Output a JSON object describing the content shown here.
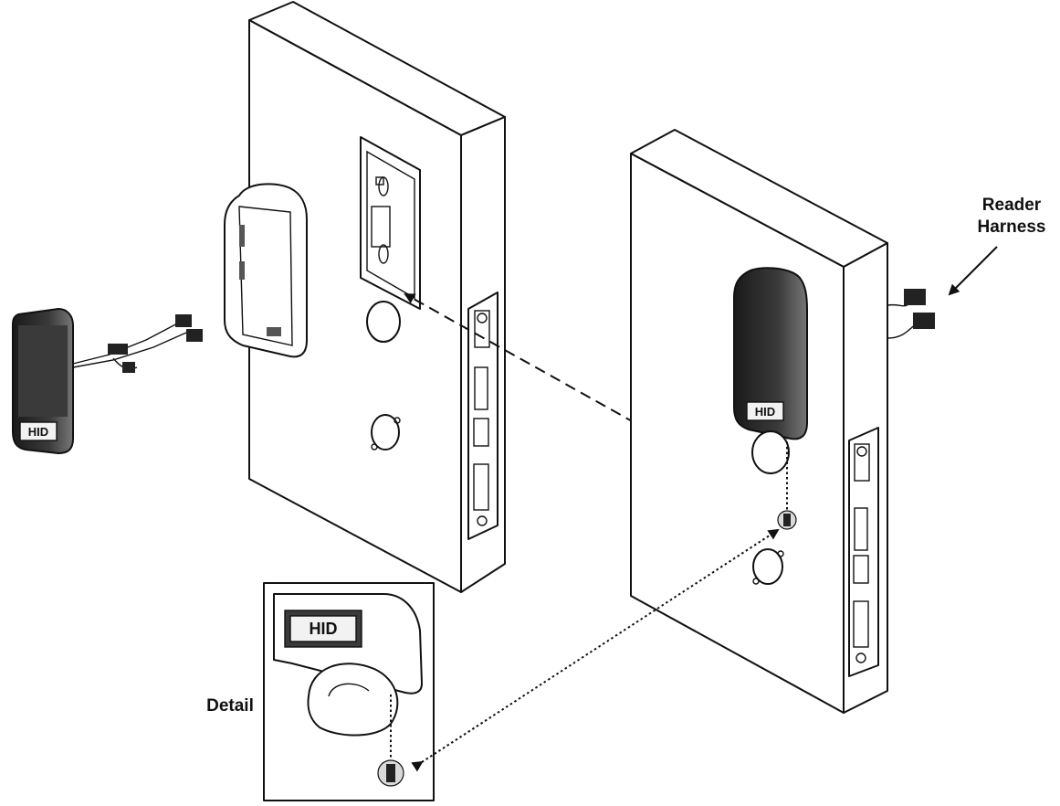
{
  "labels": {
    "reader_harness_line1": "Reader",
    "reader_harness_line2": "Harness",
    "detail": "Detail"
  },
  "logo_text": "HID",
  "colors": {
    "line": "#111111",
    "reader_body": "#222222",
    "screw_highlight": "#d9d9d9"
  }
}
